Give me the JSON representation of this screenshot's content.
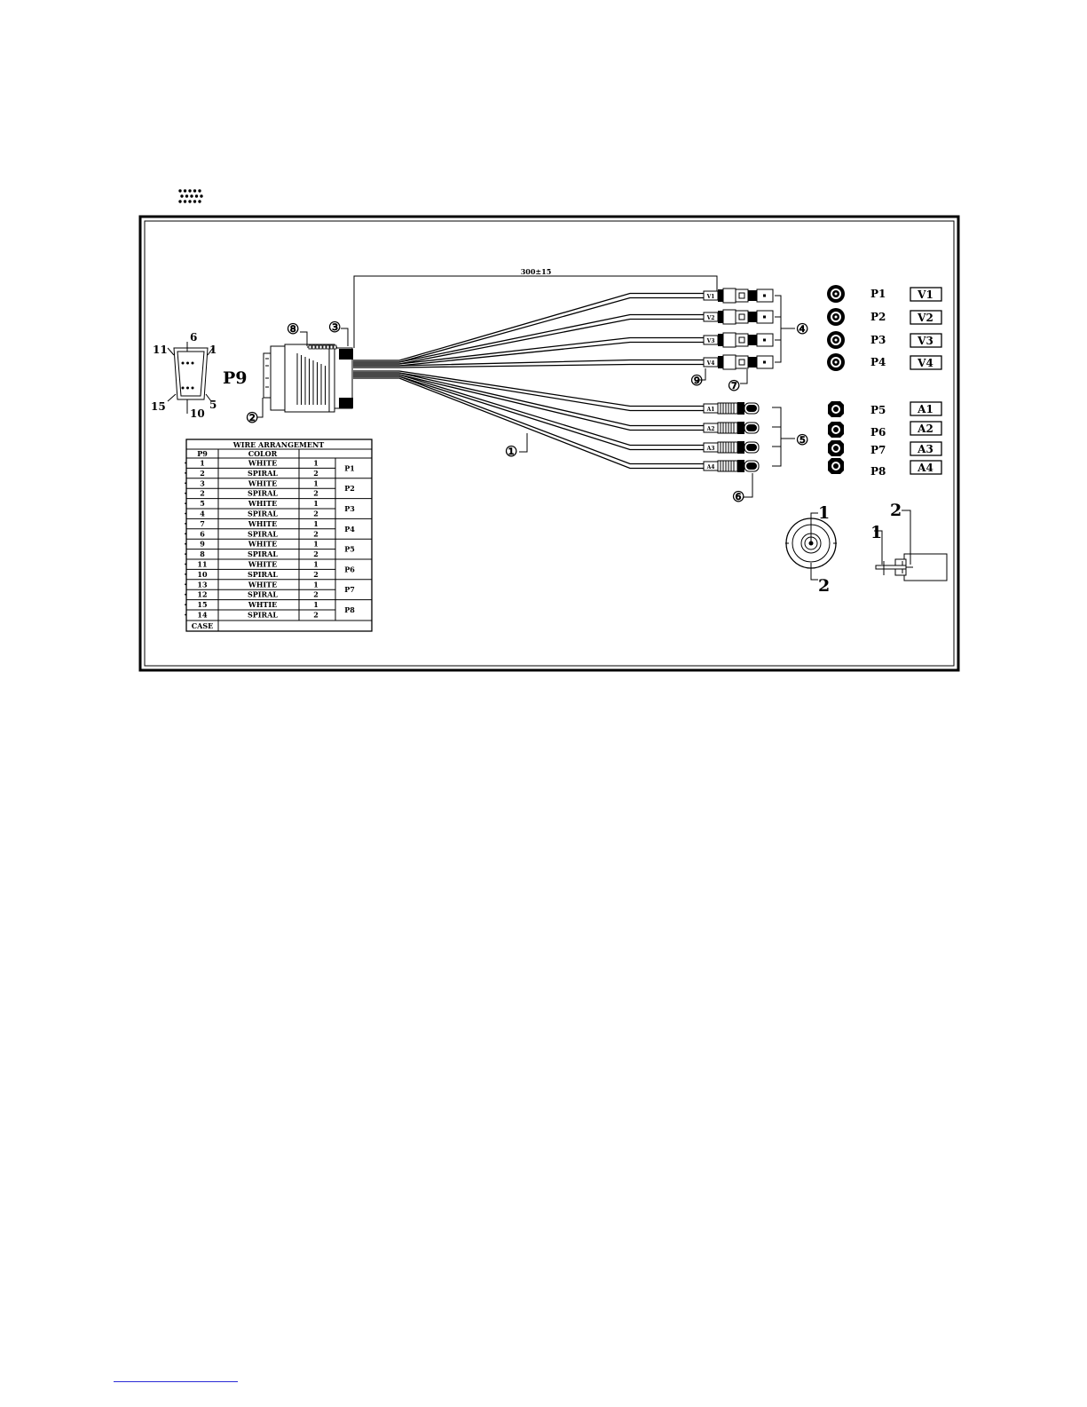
{
  "dimension": "300±15",
  "db15": {
    "name": "P9",
    "pins": {
      "top_left": "11",
      "top_mid": "6",
      "top_right": "1",
      "bottom_left": "15",
      "bottom_mid": "10",
      "bottom_right": "5"
    }
  },
  "callouts": [
    "①",
    "②",
    "③",
    "④",
    "⑤",
    "⑥",
    "⑦",
    "⑧",
    "⑨"
  ],
  "video_plugs": [
    "V1",
    "V2",
    "V3",
    "V4"
  ],
  "audio_plugs": [
    "A1",
    "A2",
    "A3",
    "A4"
  ],
  "legend": [
    {
      "port": "P1",
      "label": "V1",
      "kind": "bnc"
    },
    {
      "port": "P2",
      "label": "V2",
      "kind": "bnc"
    },
    {
      "port": "P3",
      "label": "V3",
      "kind": "bnc"
    },
    {
      "port": "P4",
      "label": "V4",
      "kind": "bnc"
    },
    {
      "port": "P5",
      "label": "A1",
      "kind": "rca"
    },
    {
      "port": "P6",
      "label": "A2",
      "kind": "rca"
    },
    {
      "port": "P7",
      "label": "A3",
      "kind": "rca"
    },
    {
      "port": "P8",
      "label": "A4",
      "kind": "rca"
    }
  ],
  "pin_labels": {
    "bnc_1": "1",
    "bnc_2": "2",
    "rca_1": "1",
    "rca_2": "2"
  },
  "wire_table": {
    "title": "WIRE  ARRANGEMENT",
    "headers": [
      "P9",
      "COLOR",
      ""
    ],
    "rows": [
      [
        "1",
        "WHITE",
        "1"
      ],
      [
        "2",
        "SPIRAL",
        "2"
      ],
      [
        "3",
        "WHITE",
        "1"
      ],
      [
        "2",
        "SPIRAL",
        "2"
      ],
      [
        "5",
        "WHITE",
        "1"
      ],
      [
        "4",
        "SPIRAL",
        "2"
      ],
      [
        "7",
        "WHITE",
        "1"
      ],
      [
        "6",
        "SPIRAL",
        "2"
      ],
      [
        "9",
        "WHITE",
        "1"
      ],
      [
        "8",
        "SPIRAL",
        "2"
      ],
      [
        "11",
        "WHITE",
        "1"
      ],
      [
        "10",
        "SPIRAL",
        "2"
      ],
      [
        "13",
        "WHITE",
        "1"
      ],
      [
        "12",
        "SPIRAL",
        "2"
      ],
      [
        "15",
        "WHTIE",
        "1"
      ],
      [
        "14",
        "SPIRAL",
        "2"
      ]
    ],
    "groups": [
      "P1",
      "P2",
      "P3",
      "P4",
      "P5",
      "P6",
      "P7",
      "P8"
    ],
    "case_label": "CASE"
  }
}
